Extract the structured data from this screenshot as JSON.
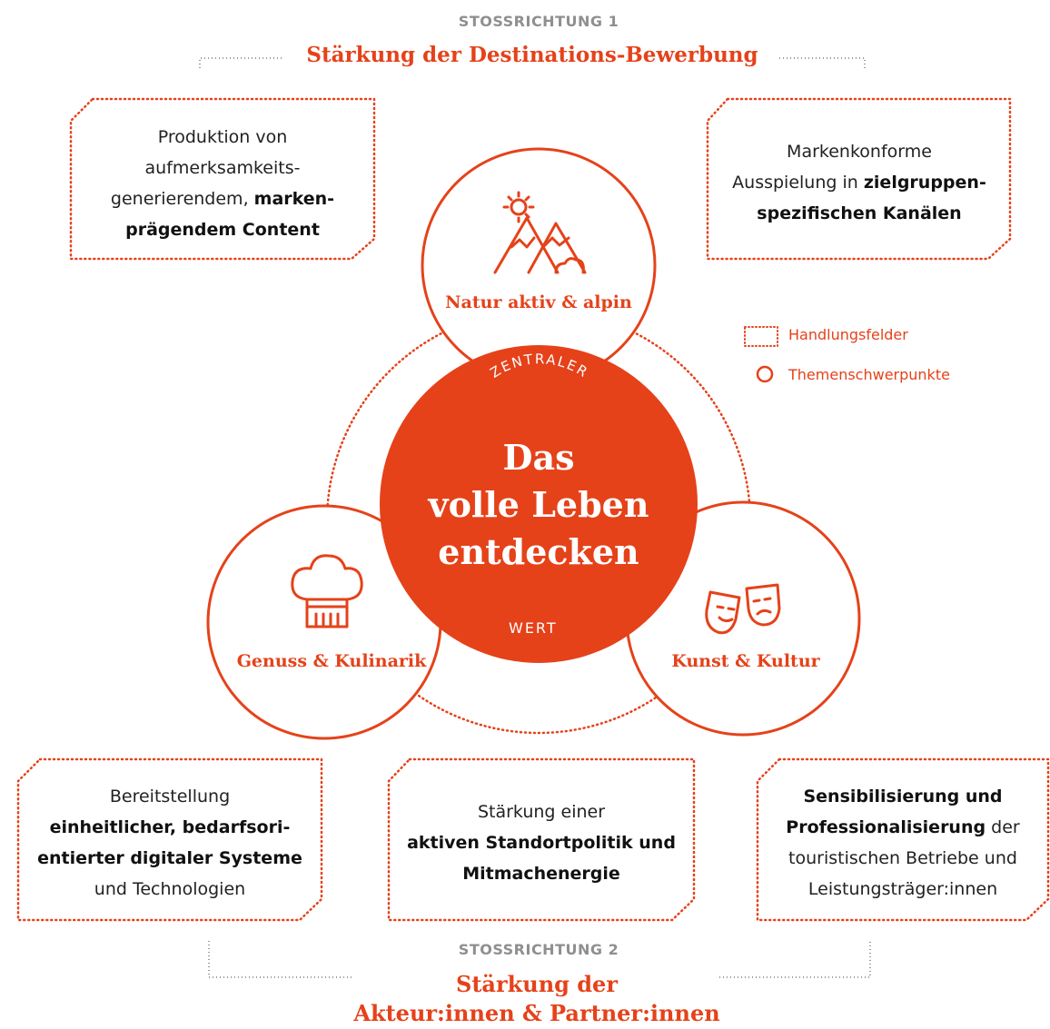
{
  "colors": {
    "accent": "#e5421a",
    "kicker": "#8f8f8f",
    "text": "#222222"
  },
  "top": {
    "kicker": "STOSSRICHTUNG 1",
    "title": "Stärkung der Destinations-Bewerbung"
  },
  "bottom": {
    "kicker": "STOSSRICHTUNG 2",
    "title_line1": "Stärkung der",
    "title_line2": "Akteur:innen & Partner:innen"
  },
  "boxes": {
    "top_left": {
      "l1": "Produktion von",
      "l2": "aufmerksamkeits-",
      "l3a": "generierendem, ",
      "l3b": "marken-",
      "l4": "prägendem Content"
    },
    "top_right": {
      "l1": "Markenkonforme",
      "l2a": "Ausspielung in ",
      "l2b": "zielgruppen-",
      "l3": "spezifischen Kanälen"
    },
    "bottom_left": {
      "l1": "Bereitstellung",
      "l2": "einheitlicher, bedarfsori-",
      "l3": "entierter digitaler Systeme",
      "l4": "und Technologien"
    },
    "bottom_middle": {
      "l1": "Stärkung einer",
      "l2": "aktiven Standortpolitik und",
      "l3": "Mitmachenergie"
    },
    "bottom_right": {
      "l1": "Sensibilisierung und",
      "l2a": "Professionalisierung",
      "l2b": " der",
      "l3": "touristischen Betriebe und",
      "l4": "Leistungsträger:innen"
    }
  },
  "themes": {
    "top": {
      "label": "Natur aktiv & alpin",
      "icon": "mountain-sun-icon"
    },
    "left": {
      "label": "Genuss & Kulinarik",
      "icon": "chef-hat-icon"
    },
    "right": {
      "label": "Kunst & Kultur",
      "icon": "theater-masks-icon"
    }
  },
  "center": {
    "arc_top": "ZENTRALER",
    "line1": "Das",
    "line2": "volle Leben",
    "line3": "entdecken",
    "bottom_word": "WERT"
  },
  "legend": {
    "handlungsfelder": "Handlungsfelder",
    "themenschwerpunkte": "Themenschwerpunkte"
  }
}
